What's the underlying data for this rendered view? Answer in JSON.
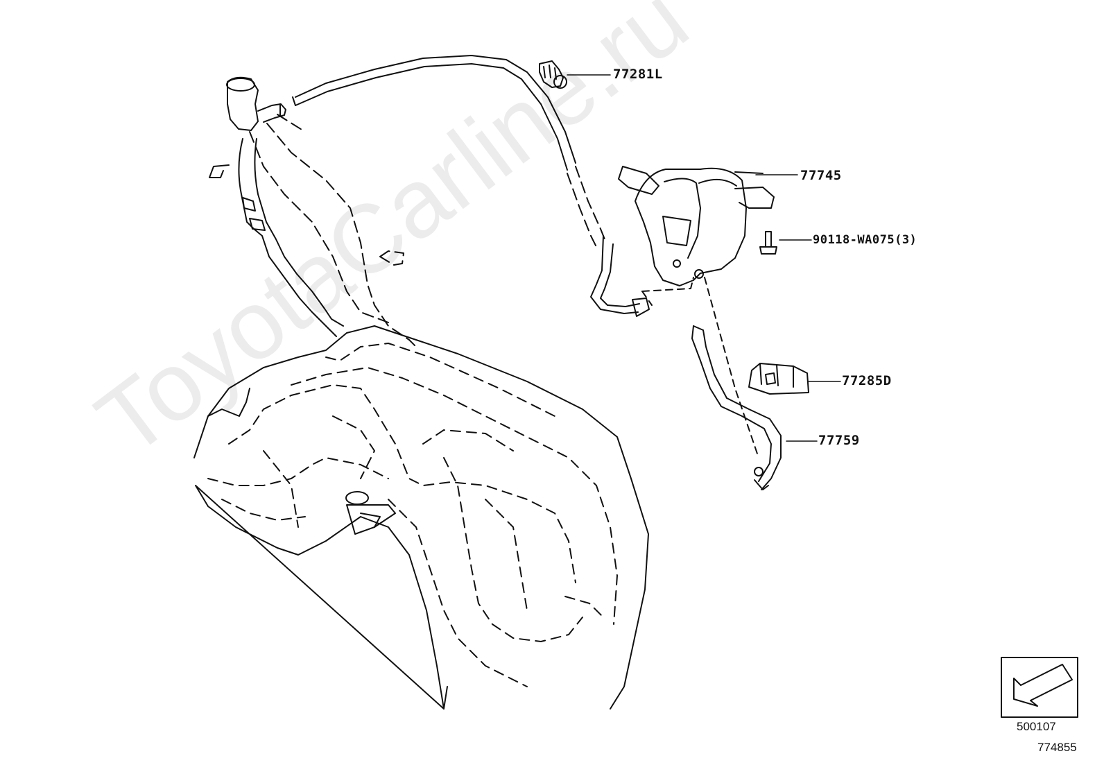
{
  "callouts": {
    "p77281L": "77281L",
    "p77745": "77745",
    "p90118": "90118-WA075(3)",
    "p77285D": "77285D",
    "p77759": "77759"
  },
  "codes": {
    "ref": "500107",
    "illustration": "774855"
  },
  "watermark": "ToyotaCarline.ru",
  "colors": {
    "line": "#111111",
    "background": "#ffffff"
  }
}
